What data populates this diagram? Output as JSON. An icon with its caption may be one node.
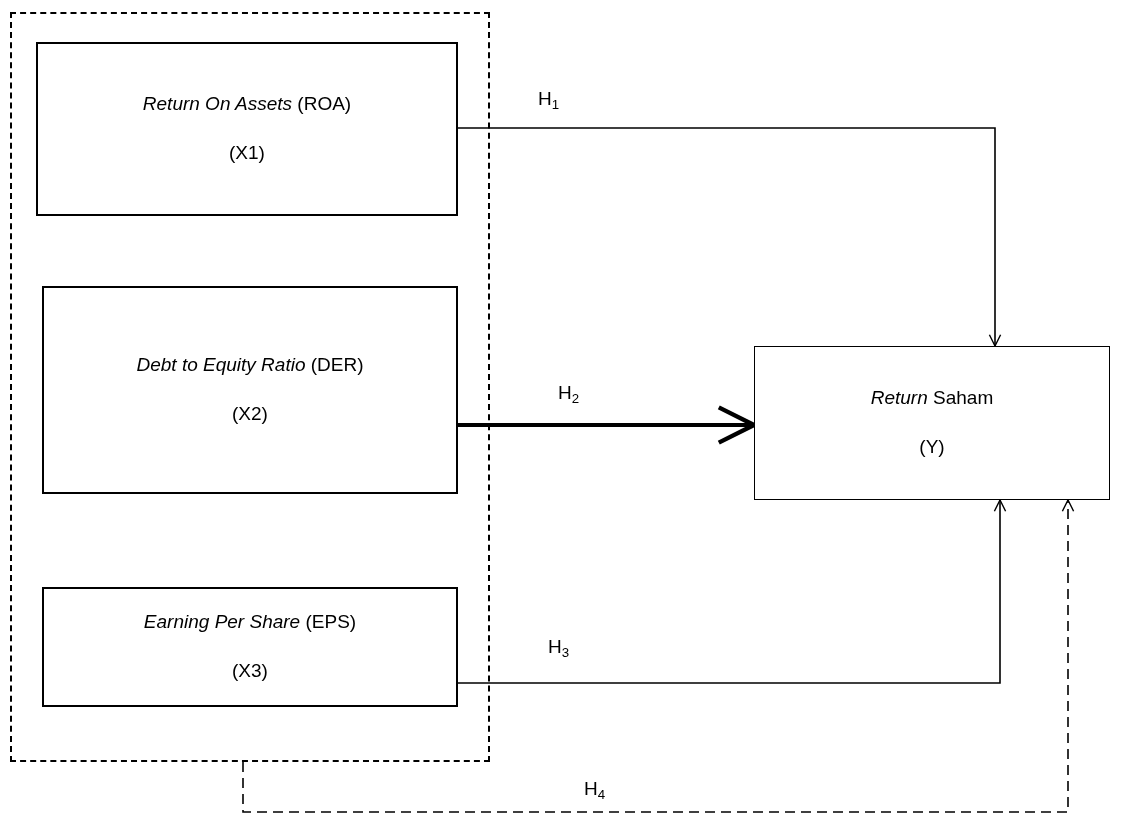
{
  "diagram": {
    "nodes": [
      {
        "text": [],
        "shape": "box"
      },
      {
        "text": [
          "*Return On Assets* (ROA)",
          "(X1)"
        ],
        "in": 0
      },
      {
        "text": [
          "*Debt to Equity Ratio* (DER)",
          "(X2)"
        ],
        "in": 0
      },
      {
        "text": [
          "*Earning Per Share* (EPS)",
          "(X3)"
        ],
        "in": 0
      },
      {
        "text": [
          "*Return* Saham",
          "(Y)"
        ]
      }
    ],
    "edges": [
      {
        "from": 1,
        "to": 4,
        "arrow": "to",
        "label": "H$_{1}$"
      },
      {
        "from": 2,
        "to": 4,
        "arrow": "to",
        "label": "H$_{2}$",
        "style": "thick"
      },
      {
        "from": 3,
        "to": 4,
        "arrow": "to",
        "label": "H$_{3}$"
      },
      {
        "from": 0,
        "to": 4,
        "arrow": "to",
        "label": "H$_{4}$",
        "style": "dashed"
      }
    ]
  }
}
